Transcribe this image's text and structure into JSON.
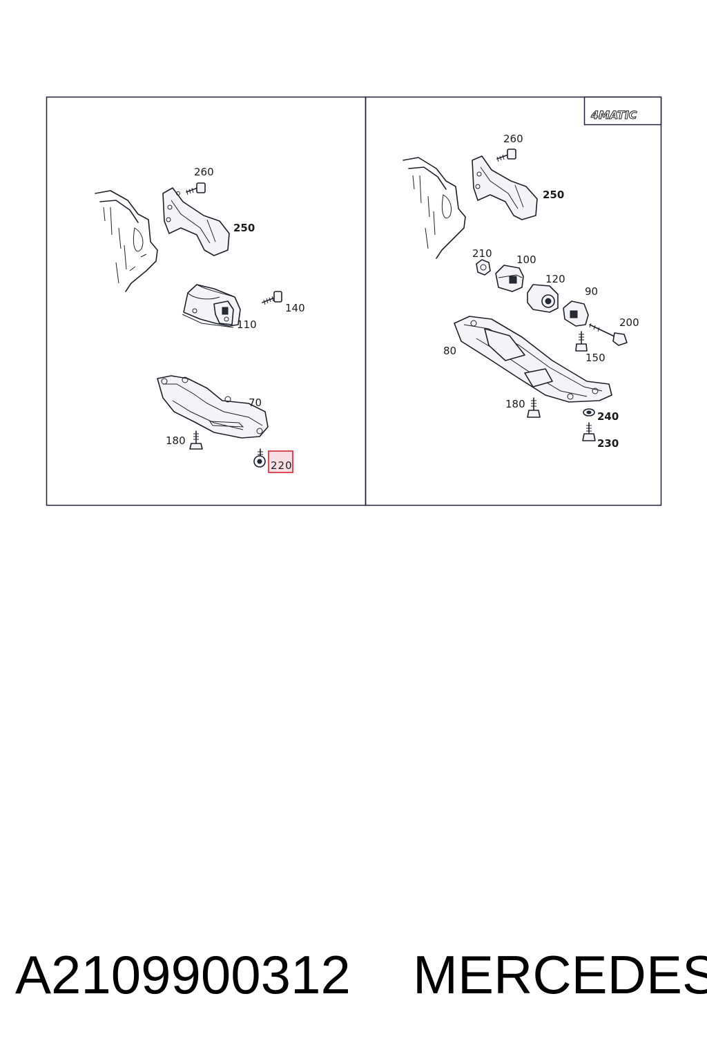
{
  "badge": {
    "label": "4MATIC"
  },
  "left_panel": {
    "labels": [
      "260",
      "250",
      "140",
      "110",
      "70",
      "180",
      "220"
    ],
    "highlighted": "220"
  },
  "right_panel": {
    "labels": [
      "260",
      "250",
      "210",
      "100",
      "120",
      "90",
      "200",
      "150",
      "80",
      "180",
      "240",
      "230"
    ]
  },
  "footer": {
    "part_number": "A2109900312",
    "brand": "MERCEDES"
  },
  "colors": {
    "highlight_border": "#d42030",
    "highlight_fill": "#f8dde2",
    "frame": "#1e1e3a"
  }
}
